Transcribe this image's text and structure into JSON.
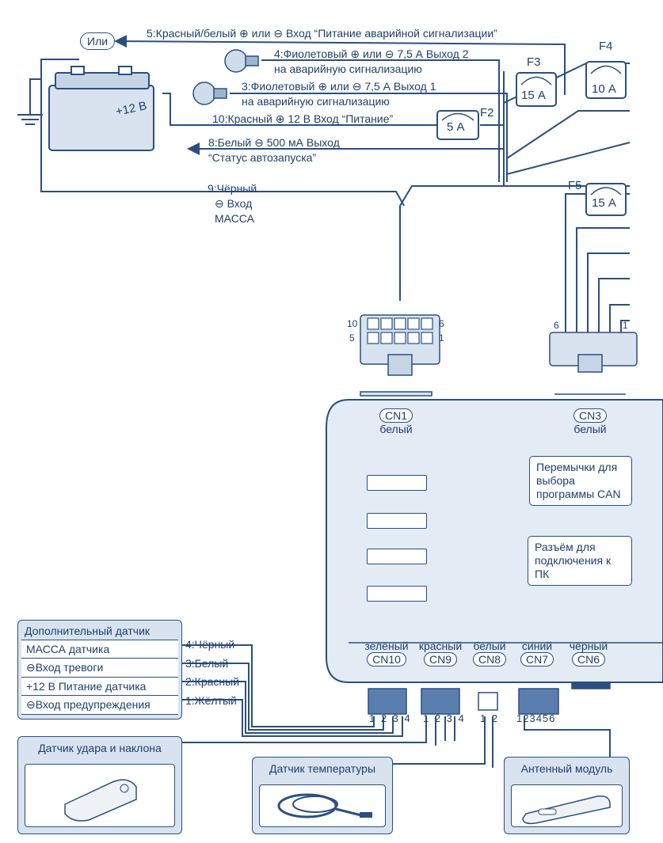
{
  "diagram": {
    "wires": {
      "w5": "5:Красный/белый",
      "w5_tail": "Вход “Питание аварийной сигнализации”",
      "w4a": "4:Фиолетовый",
      "w4b": "7,5 А Выход 2",
      "w4c": "на аварийную сигнализацию",
      "w3a": "3:Фиолетовый",
      "w3b": "7,5 А Выход 1",
      "w3c": "на аварийную сигнализацию",
      "w10a": "10:Красный",
      "w10b": "12 В Вход “Питание”",
      "w8a": "8:Белый",
      "w8b": "500 мА Выход",
      "w8c": "“Статус автозапуска”",
      "w9a": "9:Чёрный",
      "w9b": "Вход",
      "w9c": "МАССА",
      "or_word": "или"
    },
    "or_badge": "Или",
    "battery_label": "+12 В",
    "fuses": [
      {
        "name": "F2",
        "value": "5 А"
      },
      {
        "name": "F3",
        "value": "15 А"
      },
      {
        "name": "F4",
        "value": "10 А"
      },
      {
        "name": "F5",
        "value": "15 А"
      }
    ],
    "connector_pins": {
      "left_top": "10",
      "left_bottom": "5",
      "right_top": "6",
      "right_bottom": "1",
      "cn3_left": "6",
      "cn3_right": "1"
    },
    "unit": {
      "cn1": {
        "name": "CN1",
        "color": "белый"
      },
      "cn3": {
        "name": "CN3",
        "color": "белый"
      },
      "note_jumpers": "Перемычки для выбора программы CAN",
      "note_pc": "Разъём для подключения к ПК",
      "bottom_connectors": [
        {
          "name": "CN10",
          "color": "зелёный",
          "pins": "1 2 3 4"
        },
        {
          "name": "CN9",
          "color": "красный",
          "pins": "1 2 3 4"
        },
        {
          "name": "CN8",
          "color": "белый",
          "pins": "1 2"
        },
        {
          "name": "CN7",
          "color": "синий",
          "pins": "123456"
        },
        {
          "name": "CN6",
          "color": "чёрный",
          "pins": ""
        }
      ]
    },
    "sensor_table": {
      "title": "Дополнительный датчик",
      "rows": [
        "МАССА датчика",
        "⊖Вход тревоги",
        "+12 В Питание датчика",
        "⊖Вход предупреждения"
      ]
    },
    "sensor_wires": [
      "4:Чёрный",
      "3:Белый",
      "2:Красный",
      "1:Жёлтый"
    ],
    "panels": {
      "shock": "Датчик удара и наклона",
      "temp": "Датчик температуры",
      "antenna": "Антенный модуль"
    },
    "colors": {
      "line": "#2b4f80",
      "fill": "#d8e3ef",
      "dark": "#1f3f6b"
    }
  }
}
